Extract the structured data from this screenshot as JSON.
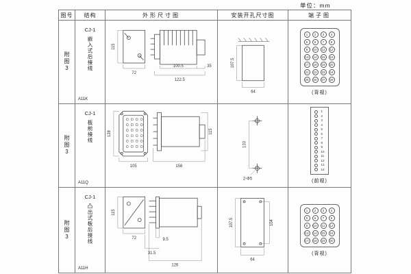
{
  "unit_label": "单位：mm",
  "headers": {
    "col1": "图号",
    "col2": "结构",
    "col3": "外形尺寸图",
    "col4": "安装开孔尺寸图",
    "col5": "端子图"
  },
  "rows": [
    {
      "figure_no": "附图3",
      "model_series": "CJ-1",
      "structure": "嵌入式后接线",
      "code": "A11K",
      "outline": {
        "h": "115",
        "w": "72",
        "d1": "100.5",
        "d2": "122.5",
        "d3": "35"
      },
      "install": {
        "h": "107.5",
        "w": "64"
      },
      "terminal_view": "(背视)",
      "terminals": [
        1,
        2,
        3,
        4,
        5,
        6,
        7,
        8,
        9,
        10,
        11,
        12,
        13,
        14,
        15,
        16,
        17,
        18,
        19,
        20,
        21,
        22,
        23,
        24,
        25,
        26,
        27,
        28
      ]
    },
    {
      "figure_no": "附图3",
      "model_series": "CJ-1",
      "structure": "板前接线",
      "code": "A11Q",
      "outline": {
        "h": "128",
        "w": "105",
        "d1": "156",
        "d2": "115"
      },
      "install": {
        "h": "133",
        "holes": "2-Φ5"
      },
      "terminal_view": "(前视)",
      "terminals": [
        1,
        2,
        3,
        4,
        5,
        6,
        7,
        8,
        9,
        10,
        11,
        12,
        13,
        14
      ]
    },
    {
      "figure_no": "附图3",
      "model_series": "CJ-1",
      "structure": "凸出式板后接线",
      "code": "A11H",
      "outline": {
        "h": "115",
        "w": "72",
        "d1": "31.5",
        "d2": "9.5",
        "d3": "126"
      },
      "install": {
        "h": "107.5",
        "h2": "104",
        "w": "64"
      },
      "terminal_view": "(背视)",
      "terminals": [
        1,
        2,
        3,
        4,
        5,
        6,
        7,
        8,
        9,
        10,
        11,
        12,
        13,
        14,
        15,
        16,
        17,
        18,
        19,
        20
      ]
    }
  ]
}
